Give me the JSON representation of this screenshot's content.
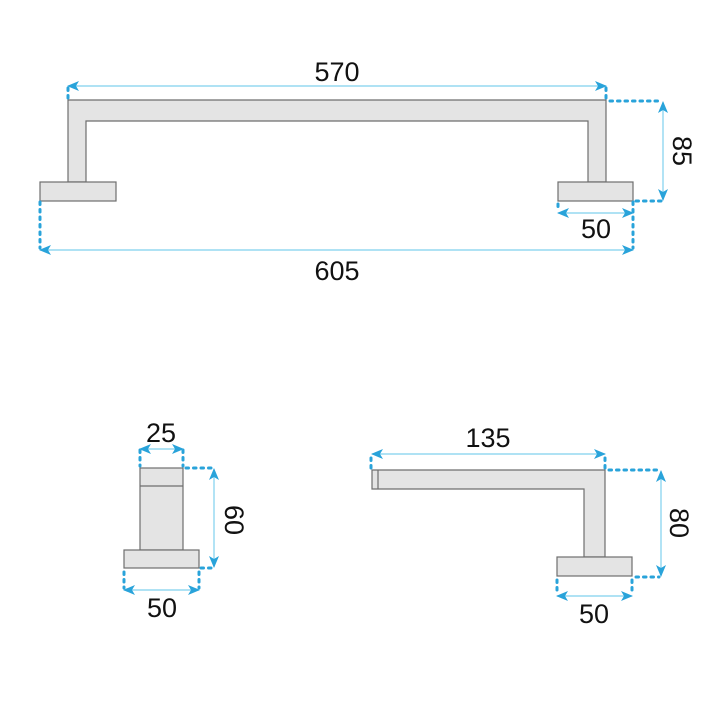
{
  "diagram": {
    "title": "",
    "colors": {
      "part_fill": "#e4e4e4",
      "part_stroke": "#6e6e6e",
      "dimension_line": "#7fd0ee",
      "dimension_arrow": "#29a3da",
      "text": "#111111"
    },
    "views": [
      {
        "name": "towel-bar-front",
        "dimensions": {
          "bar_length": "570",
          "overall_length": "605",
          "depth": "85",
          "base_width": "50"
        }
      },
      {
        "name": "towel-bar-side",
        "dimensions": {
          "arm_width": "25",
          "height": "60",
          "base_width": "50"
        }
      },
      {
        "name": "towel-bar-top",
        "dimensions": {
          "length": "135",
          "depth": "80",
          "base_width": "50"
        }
      }
    ],
    "units": "mm"
  }
}
